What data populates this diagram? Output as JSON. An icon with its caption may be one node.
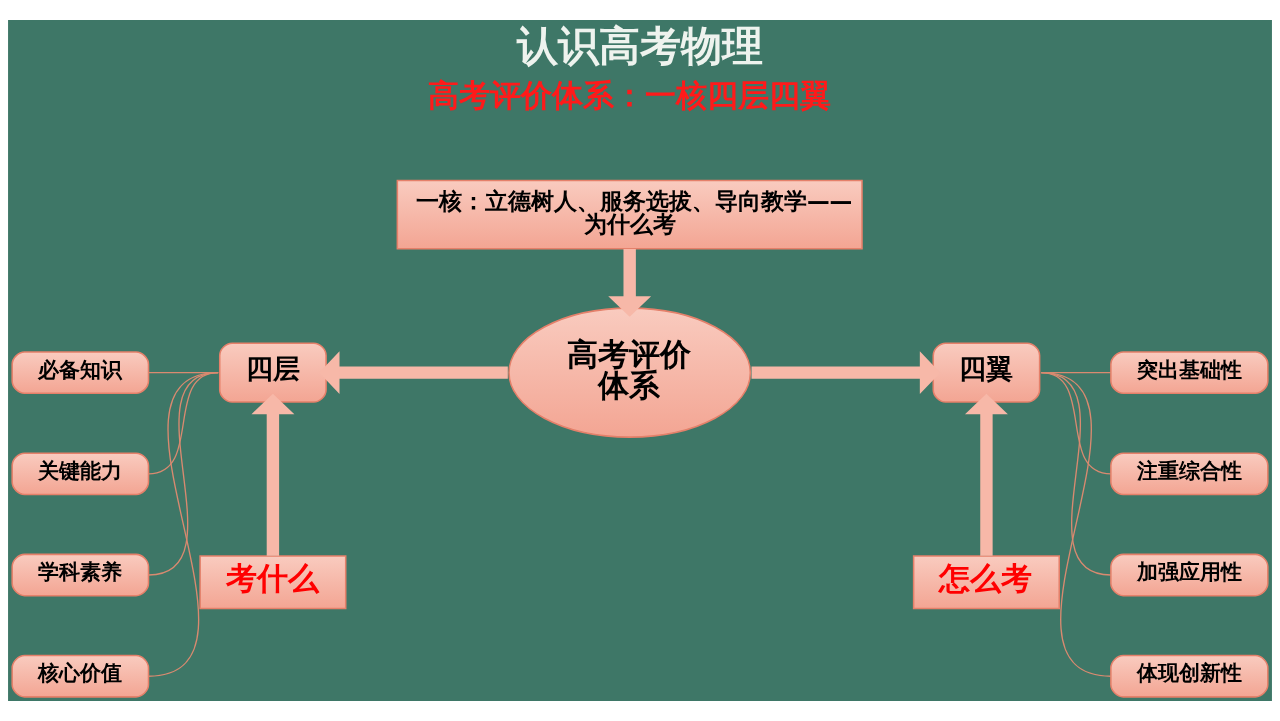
{
  "diagram": {
    "title": "认识高考物理",
    "nodes": [
      {
        "text": [
          "一核：立德树人、服务选拔、导向教学——为什么考"
        ]
      },
      {
        "text": [
          "高考评价体系"
        ]
      },
      {
        "text": [
          "四层"
        ]
      },
      {
        "text": [
          "四翼"
        ]
      },
      {
        "text": [
          "必备知识"
        ]
      },
      {
        "text": [
          "关键能力"
        ]
      },
      {
        "text": [
          "学科素养"
        ]
      },
      {
        "text": [
          "核心价值"
        ]
      },
      {
        "text": [
          "考什么"
        ]
      },
      {
        "text": [
          "怎么考"
        ]
      },
      {
        "text": [
          "突出基础性"
        ]
      },
      {
        "text": [
          "注重综合性"
        ]
      },
      {
        "text": [
          "加强应用性"
        ]
      },
      {
        "text": [
          "体现创新性"
        ]
      }
    ],
    "edges": [
      {
        "from": 0,
        "to": 1,
        "arrow": "to",
        "style": "thick",
        "color": "#f7b8a8"
      },
      {
        "from": 1,
        "to": 2,
        "arrow": "to",
        "style": "thick",
        "color": "#f7b8a8"
      },
      {
        "from": 1,
        "to": 3,
        "arrow": "to",
        "style": "thick",
        "color": "#f7b8a8"
      },
      {
        "from": 8,
        "to": 2,
        "arrow": "to",
        "style": "thick",
        "color": "#f7b8a8"
      },
      {
        "from": 9,
        "to": 3,
        "arrow": "to",
        "style": "thick",
        "color": "#f7b8a8"
      },
      {
        "from": 4,
        "to": 2,
        "arrow": "none"
      },
      {
        "from": 5,
        "to": 2,
        "arrow": "none"
      },
      {
        "from": 6,
        "to": 2,
        "arrow": "none"
      },
      {
        "from": 7,
        "to": 2,
        "arrow": "none"
      },
      {
        "from": 3,
        "to": 10,
        "arrow": "none"
      },
      {
        "from": 3,
        "to": 11,
        "arrow": "none"
      },
      {
        "from": 3,
        "to": 12,
        "arrow": "none"
      },
      {
        "from": 3,
        "to": 13,
        "arrow": "none"
      }
    ],
    "labels": [
      "高考评价体系：一核四层四翼"
    ]
  }
}
